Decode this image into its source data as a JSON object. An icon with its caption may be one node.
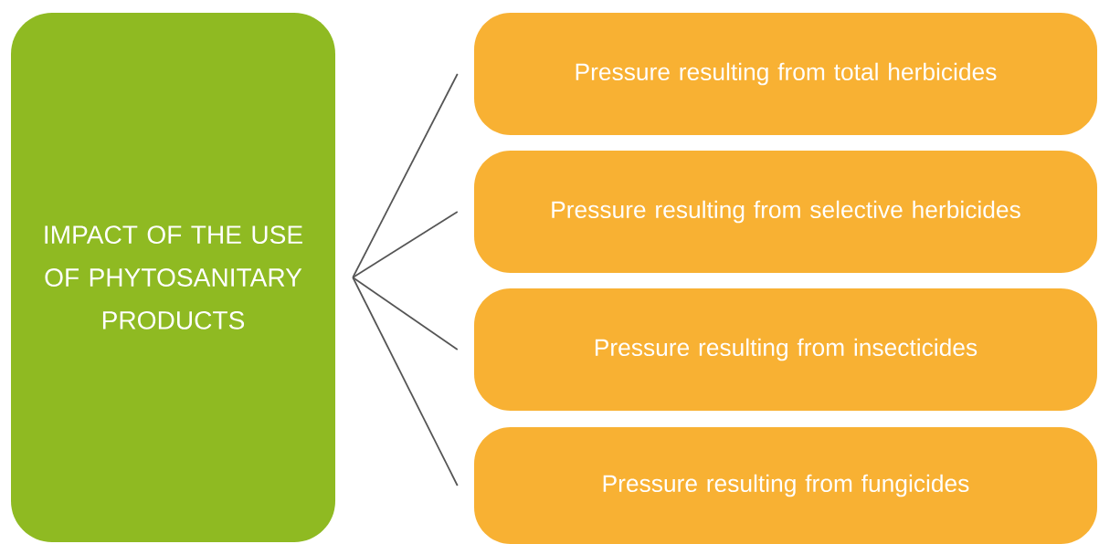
{
  "diagram": {
    "nodes": [
      {
        "text": [
          "IMPACT OF THE USE OF PHYTOSANITARY PRODUCTS"
        ]
      },
      {
        "text": [
          "Pressure resulting from total herbicides"
        ]
      },
      {
        "text": [
          "Pressure resulting from selective herbicides"
        ]
      },
      {
        "text": [
          "Pressure resulting from insecticides"
        ]
      },
      {
        "text": [
          "Pressure resulting from fungicides"
        ]
      }
    ],
    "edges": [
      {
        "from": 0,
        "to": 1,
        "arrow": "none"
      },
      {
        "from": 0,
        "to": 2,
        "arrow": "none"
      },
      {
        "from": 0,
        "to": 3,
        "arrow": "none"
      },
      {
        "from": 0,
        "to": 4,
        "arrow": "none"
      }
    ]
  }
}
